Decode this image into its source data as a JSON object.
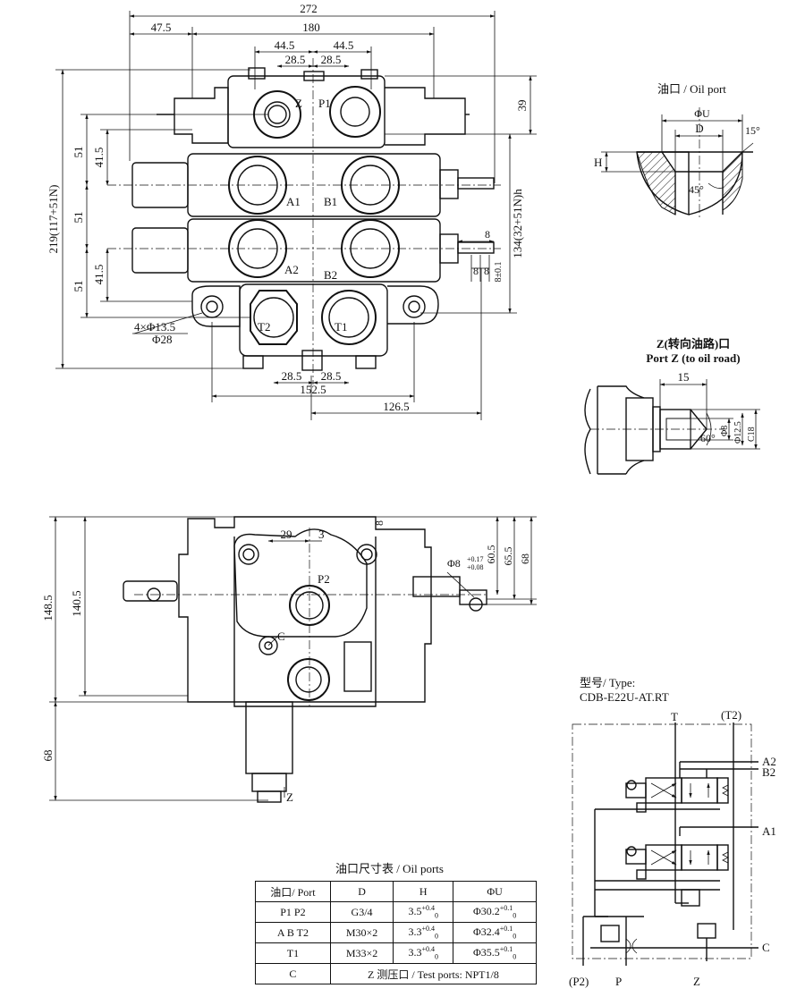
{
  "front_view": {
    "dims": {
      "overall_width": "272",
      "inner_width": "180",
      "left_offset": "47.5",
      "port_pitch_left": "44.5",
      "port_pitch_right": "44.5",
      "center_left": "28.5",
      "center_right": "28.5",
      "top_height": "39",
      "overall_height": "219(117+51N)",
      "section_height_1": "51",
      "section_height_2": "51",
      "section_height_3": "51",
      "bore_offset_1": "41.5",
      "bore_offset_2": "41.5",
      "h_height": "134(32+51N)h",
      "stem_8a": "8",
      "stem_8b": "8",
      "stem_8c": "8",
      "stem_tol": "8±0.1",
      "mount_holes": "4×Φ13.5",
      "counterbore": "Φ28",
      "bottom_left": "28.5",
      "bottom_right": "28.5",
      "bottom_width": "152.5",
      "bottom_offset": "126.5"
    },
    "ports": {
      "z": "Z",
      "p1": "P1",
      "a1": "A1",
      "b1": "B1",
      "a2": "A2",
      "b2": "B2",
      "t2": "T2",
      "t1": "T1"
    }
  },
  "side_view": {
    "dims": {
      "d29": "29",
      "d3": "3",
      "d8": "8",
      "d60_5": "60.5",
      "d65_5": "65.5",
      "d68": "68",
      "pin_dia": "Φ8",
      "pin_tol_up": "+0.17",
      "pin_tol_dn": "+0.08",
      "height_148": "148.5",
      "height_140": "140.5",
      "height_68": "68"
    },
    "ports": {
      "p2": "P2",
      "c": "C",
      "z": "Z"
    }
  },
  "oil_port_detail": {
    "title": "油口 / Oil port",
    "phi_u": "ΦU",
    "d": "D",
    "h": "H",
    "chamfer": "15°",
    "angle": "45°"
  },
  "port_z_detail": {
    "title_cn": "Z(转向油路)口",
    "title_en": "Port Z (to oil road)",
    "len": "15",
    "angle": "60°",
    "d1": "Φ8",
    "d2": "Φ12.5",
    "d3": "C18"
  },
  "schematic": {
    "type_label": "型号/ Type:",
    "type_value": "CDB-E22U-AT.RT",
    "t": "T",
    "t2": "(T2)",
    "a2": "A2",
    "b2": "B2",
    "a1": "A1",
    "c": "C",
    "p2": "(P2)",
    "p": "P",
    "z": "Z"
  },
  "port_table": {
    "title": "油口尺寸表 / Oil ports",
    "headers": [
      "油口/ Port",
      "D",
      "H",
      "ΦU"
    ],
    "rows": [
      [
        "P1  P2",
        "G3/4",
        "3.5",
        "Φ30.2"
      ],
      [
        "A  B T2",
        "M30×2",
        "3.3",
        "Φ32.4"
      ],
      [
        "T1",
        "M33×2",
        "3.3",
        "Φ35.5"
      ]
    ],
    "h_tol": "+0.4",
    "u_tol": "+0.1",
    "zero": "0",
    "last_row_port": "C",
    "last_row_note": "Z 测压口 / Test ports: NPT1/8"
  }
}
